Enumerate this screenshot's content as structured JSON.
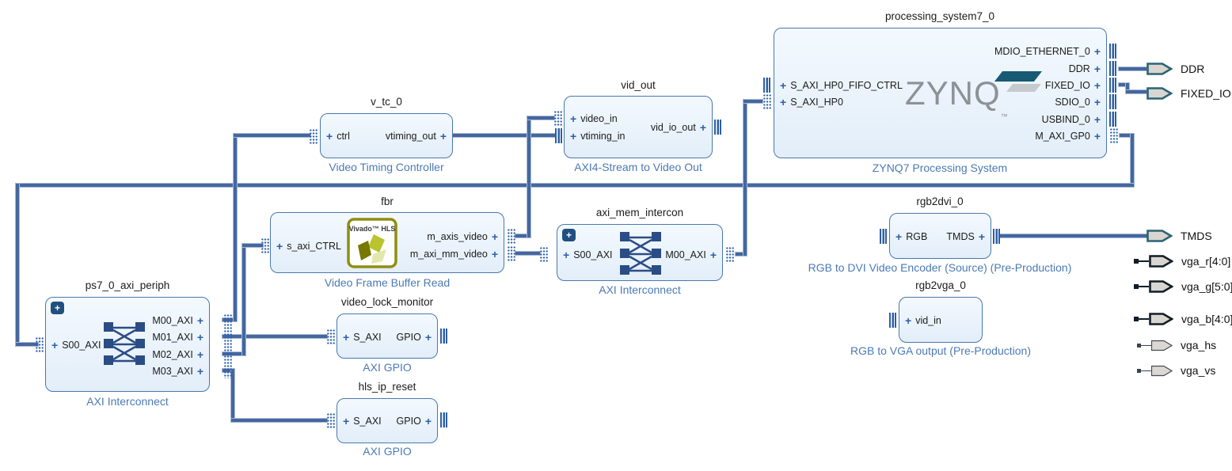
{
  "diagram": {
    "background": "#ffffff",
    "wire_color": "#44679e",
    "port_accent": "#2d5fa6",
    "block_border": "#4a78ad",
    "type_label_color": "#4b7ab5"
  },
  "blocks": {
    "processing_system7_0": {
      "title": "processing_system7_0",
      "type_label": "ZYNQ7 Processing System",
      "logo_text": "ZYNQ",
      "logo_tm": "™",
      "ports": {
        "left": [
          "S_AXI_HP0_FIFO_CTRL",
          "S_AXI_HP0"
        ],
        "right": [
          "MDIO_ETHERNET_0",
          "DDR",
          "FIXED_IO",
          "SDIO_0",
          "USBIND_0",
          "M_AXI_GP0"
        ]
      }
    },
    "v_tc_0": {
      "title": "v_tc_0",
      "type_label": "Video Timing Controller",
      "ports": {
        "left": [
          "ctrl"
        ],
        "right": [
          "vtiming_out"
        ]
      }
    },
    "vid_out": {
      "title": "vid_out",
      "type_label": "AXI4-Stream to Video Out",
      "ports": {
        "left": [
          "video_in",
          "vtiming_in"
        ],
        "right": [
          "vid_io_out"
        ]
      }
    },
    "fbr": {
      "title": "fbr",
      "type_label": "Video Frame Buffer Read",
      "logo_text": "Vivado™ HLS",
      "ports": {
        "left": [
          "s_axi_CTRL"
        ],
        "right": [
          "m_axis_video",
          "m_axi_mm_video"
        ]
      }
    },
    "axi_mem_intercon": {
      "title": "axi_mem_intercon",
      "type_label": "AXI Interconnect",
      "ports": {
        "left": [
          "S00_AXI"
        ],
        "right": [
          "M00_AXI"
        ]
      }
    },
    "ps7_0_axi_periph": {
      "title": "ps7_0_axi_periph",
      "type_label": "AXI Interconnect",
      "ports": {
        "left": [
          "S00_AXI"
        ],
        "right": [
          "M00_AXI",
          "M01_AXI",
          "M02_AXI",
          "M03_AXI"
        ]
      }
    },
    "video_lock_monitor": {
      "title": "video_lock_monitor",
      "type_label": "AXI GPIO",
      "ports": {
        "left": [
          "S_AXI"
        ],
        "right": [
          "GPIO"
        ]
      }
    },
    "hls_ip_reset": {
      "title": "hls_ip_reset",
      "type_label": "AXI GPIO",
      "ports": {
        "left": [
          "S_AXI"
        ],
        "right": [
          "GPIO"
        ]
      }
    },
    "rgb2dvi_0": {
      "title": "rgb2dvi_0",
      "type_label": "RGB to DVI Video Encoder (Source) (Pre-Production)",
      "ports": {
        "left": [
          "RGB"
        ],
        "right": [
          "TMDS"
        ]
      }
    },
    "rgb2vga_0": {
      "title": "rgb2vga_0",
      "type_label": "RGB to VGA output (Pre-Production)",
      "ports": {
        "left": [
          "vid_in"
        ],
        "right": []
      }
    }
  },
  "external_ports": [
    {
      "label": "DDR",
      "kind": "bus-teal",
      "connected": true
    },
    {
      "label": "FIXED_IO",
      "kind": "bus-teal",
      "connected": true
    },
    {
      "label": "TMDS",
      "kind": "bus-teal",
      "connected": true
    },
    {
      "label": "vga_r[4:0]",
      "kind": "bus-dark",
      "connected": false
    },
    {
      "label": "vga_g[5:0]",
      "kind": "bus-dark",
      "connected": false
    },
    {
      "label": "vga_b[4:0]",
      "kind": "bus-dark",
      "connected": false
    },
    {
      "label": "vga_hs",
      "kind": "signal",
      "connected": false
    },
    {
      "label": "vga_vs",
      "kind": "signal",
      "connected": false
    }
  ]
}
